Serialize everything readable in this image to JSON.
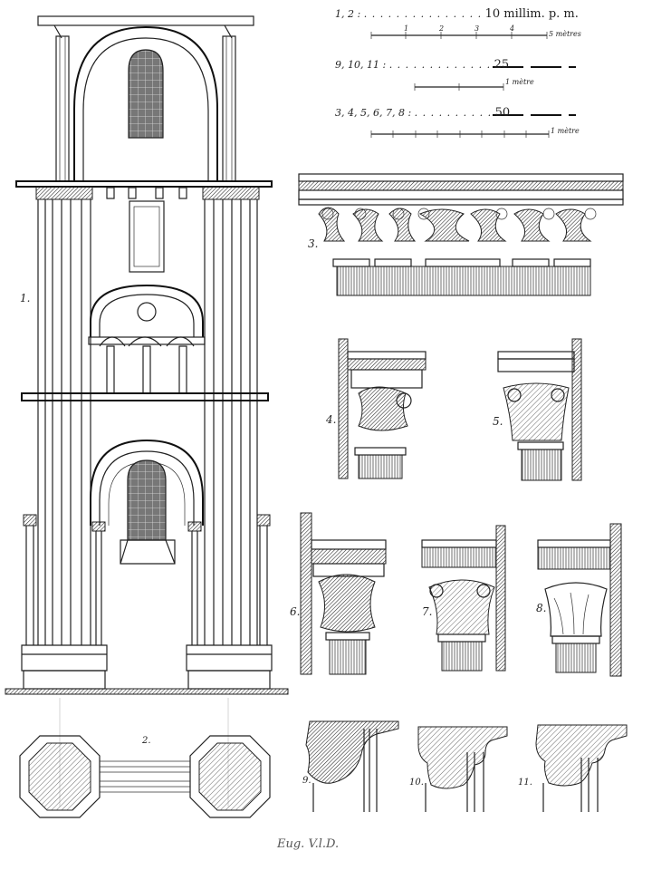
{
  "scales": [
    {
      "figures": "1, 2 :",
      "value": "10 millim. p. m.",
      "ticks": [
        "1",
        "2",
        "3",
        "4"
      ],
      "unit": "5 mètres"
    },
    {
      "figures": "9, 10, 11 :",
      "value": "25",
      "unit": "1 mètre"
    },
    {
      "figures": "3, 4, 5, 6, 7, 8 :",
      "value": "50",
      "unit": "1 mètre"
    }
  ],
  "figure_labels": [
    "1.",
    "2.",
    "3.",
    "4.",
    "5.",
    "6.",
    "7.",
    "8.",
    "9.",
    "10.",
    "11."
  ],
  "signature": "Eug. V.l.D."
}
